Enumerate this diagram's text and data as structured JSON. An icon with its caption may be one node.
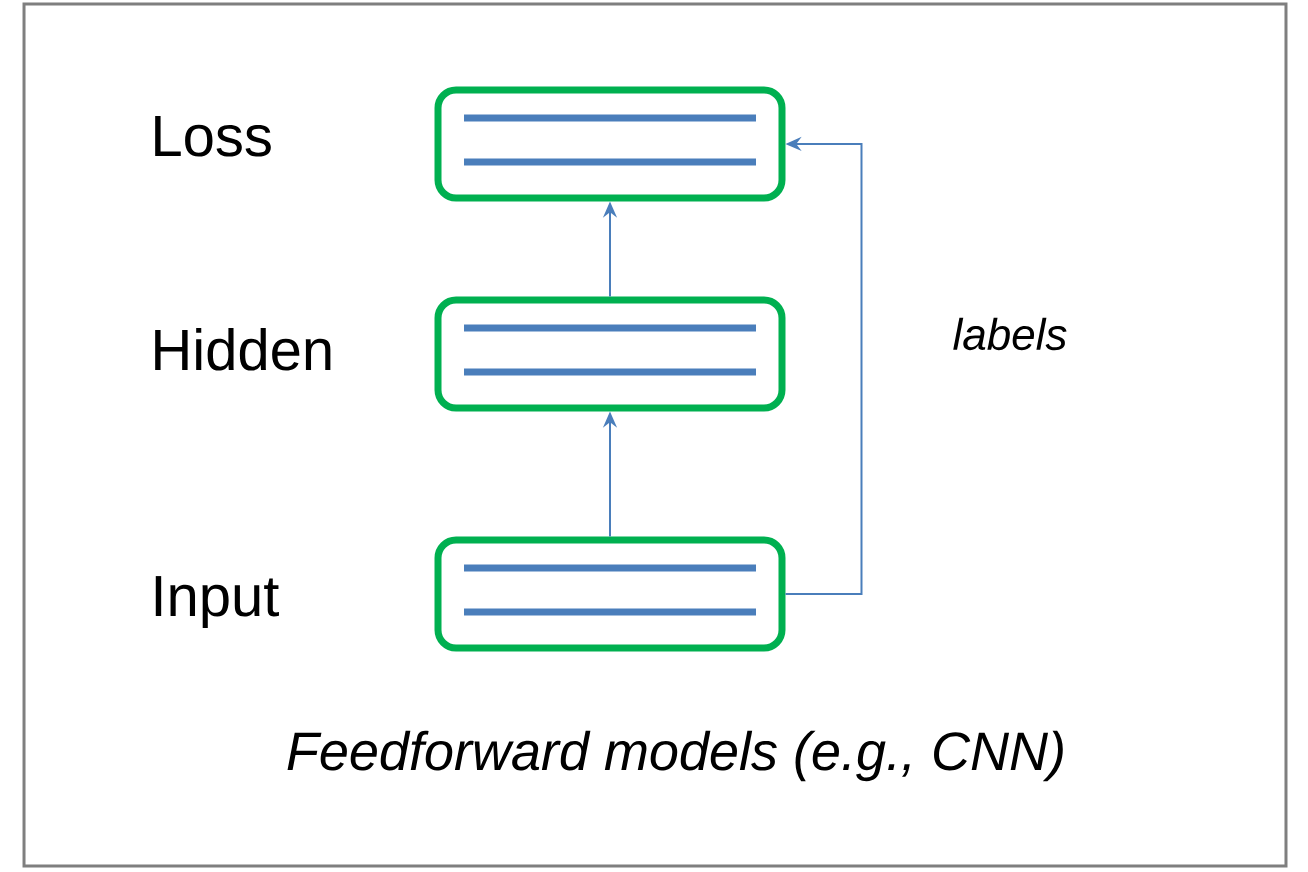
{
  "diagram": {
    "caption": "Feedforward models (e.g., CNN)",
    "nodes": [
      {
        "text": [],
        "shape": "box",
        "beside": [
          "Loss"
        ]
      },
      {
        "text": [],
        "shape": "box",
        "beside": [
          "Hidden"
        ]
      },
      {
        "text": [],
        "shape": "box",
        "beside": [
          "Input"
        ]
      }
    ],
    "edges": [
      {
        "from": 2,
        "to": 1,
        "arrow": "to"
      },
      {
        "from": 1,
        "to": 0,
        "arrow": "to"
      },
      {
        "from": 2,
        "to": 0,
        "arrow": "to",
        "label": "labels"
      }
    ]
  }
}
